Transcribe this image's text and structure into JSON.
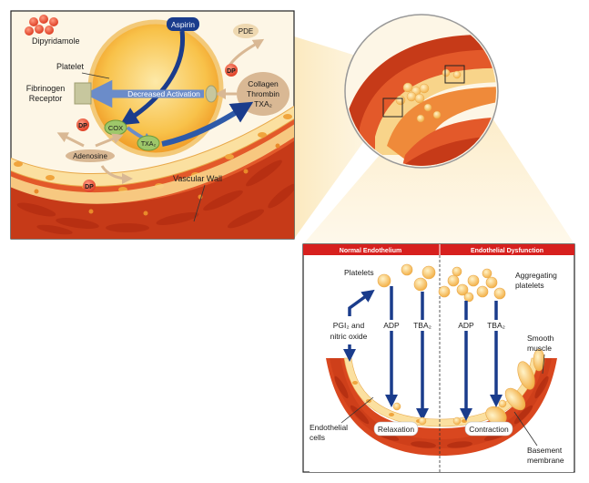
{
  "left_panel": {
    "dipyridamole": "Dipyridamole",
    "aspirin": "Aspirin",
    "pde": "PDE",
    "dp_pde": "DP",
    "platelet": "Platelet",
    "fibrinogen_receptor_line1": "Fibrinogen",
    "fibrinogen_receptor_line2": "Receptor",
    "decreased_activation": "Decreased Activation",
    "collagen_line1": "Collagen",
    "collagen_line2": "Thrombin",
    "collagen_line3": "TXA₂",
    "cox": "COX",
    "txa2": "TXA₂",
    "dp_left": "DP",
    "adenosine": "Adenosine",
    "dp_bottom": "DP",
    "vascular_wall": "Vascular Wall"
  },
  "right_panel": {
    "header_normal": "Normal Endothelium",
    "header_dysfunction": "Endothelial Dysfunction",
    "platelets": "Platelets",
    "aggregating_line1": "Aggregating",
    "aggregating_line2": "platelets",
    "pgi2_line1": "PGI₂ and",
    "pgi2_line2": "nitric oxide",
    "adp_left": "ADP",
    "tba2_left": "TBA₂",
    "adp_right": "ADP",
    "tba2_right": "TBA₂",
    "smooth_line1": "Smooth",
    "smooth_line2": "muscle",
    "endothelial_line1": "Endothelial",
    "endothelial_line2": "cells",
    "relaxation": "Relaxation",
    "contraction": "Contraction",
    "basement_line1": "Basement",
    "basement_line2": "membrane"
  },
  "colors": {
    "header_red": "#d7201e",
    "arrow_blue": "#1a3c8c",
    "platelet_orange": "#f6b23a",
    "wall_red": "#d9471f",
    "cream": "#fdf6e6"
  }
}
